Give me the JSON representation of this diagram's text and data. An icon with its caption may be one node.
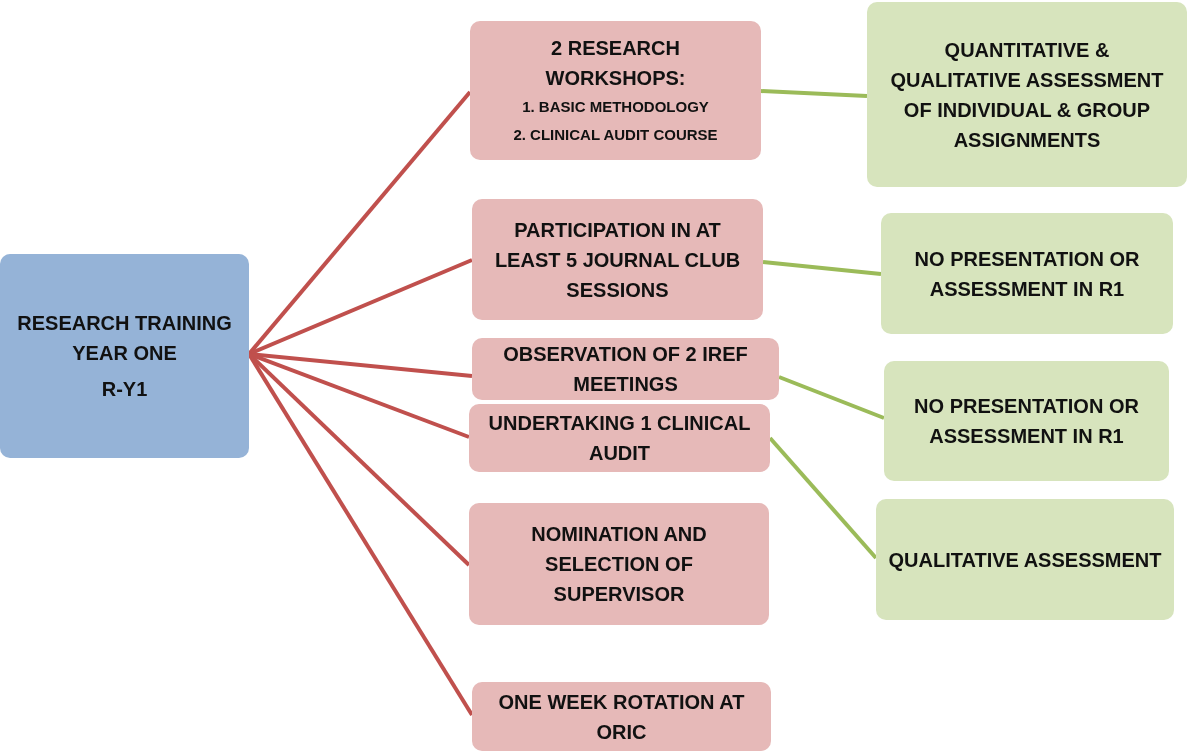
{
  "diagram": {
    "nodes": [
      {
        "text": [
          "RESEARCH TRAINING YEAR ONE",
          "R-Y1"
        ]
      },
      {
        "text": [
          "2 RESEARCH WORKSHOPS:",
          "1. BASIC METHODOLOGY",
          "2. CLINICAL AUDIT COURSE"
        ]
      },
      {
        "text": [
          "PARTICIPATION IN AT LEAST 5 JOURNAL CLUB SESSIONS"
        ]
      },
      {
        "text": [
          "OBSERVATION OF 2 IREF MEETINGS"
        ]
      },
      {
        "text": [
          "UNDERTAKING 1 CLINICAL AUDIT"
        ]
      },
      {
        "text": [
          "NOMINATION  AND SELECTION OF SUPERVISOR"
        ]
      },
      {
        "text": [
          "ONE WEEK ROTATION AT ORIC"
        ]
      },
      {
        "text": [
          "QUANTITATIVE & QUALITATIVE ASSESSMENT OF INDIVIDUAL & GROUP ASSIGNMENTS"
        ]
      },
      {
        "text": [
          "NO PRESENTATION OR ASSESSMENT IN R1"
        ]
      },
      {
        "text": [
          "NO PRESENTATION OR ASSESSMENT IN R1"
        ]
      },
      {
        "text": [
          "QUALITATIVE ASSESSMENT"
        ]
      }
    ],
    "edges": [
      {
        "from": 0,
        "to": 1,
        "arrow": "none"
      },
      {
        "from": 0,
        "to": 2,
        "arrow": "none"
      },
      {
        "from": 0,
        "to": 3,
        "arrow": "none"
      },
      {
        "from": 0,
        "to": 4,
        "arrow": "none"
      },
      {
        "from": 0,
        "to": 5,
        "arrow": "none"
      },
      {
        "from": 0,
        "to": 6,
        "arrow": "none"
      },
      {
        "from": 1,
        "to": 7,
        "arrow": "none",
        "color": "#9bbb59"
      },
      {
        "from": 2,
        "to": 8,
        "arrow": "none",
        "color": "#9bbb59"
      },
      {
        "from": 3,
        "to": 9,
        "arrow": "none",
        "color": "#9bbb59"
      },
      {
        "from": 4,
        "to": 10,
        "arrow": "none",
        "color": "#9bbb59"
      }
    ]
  }
}
